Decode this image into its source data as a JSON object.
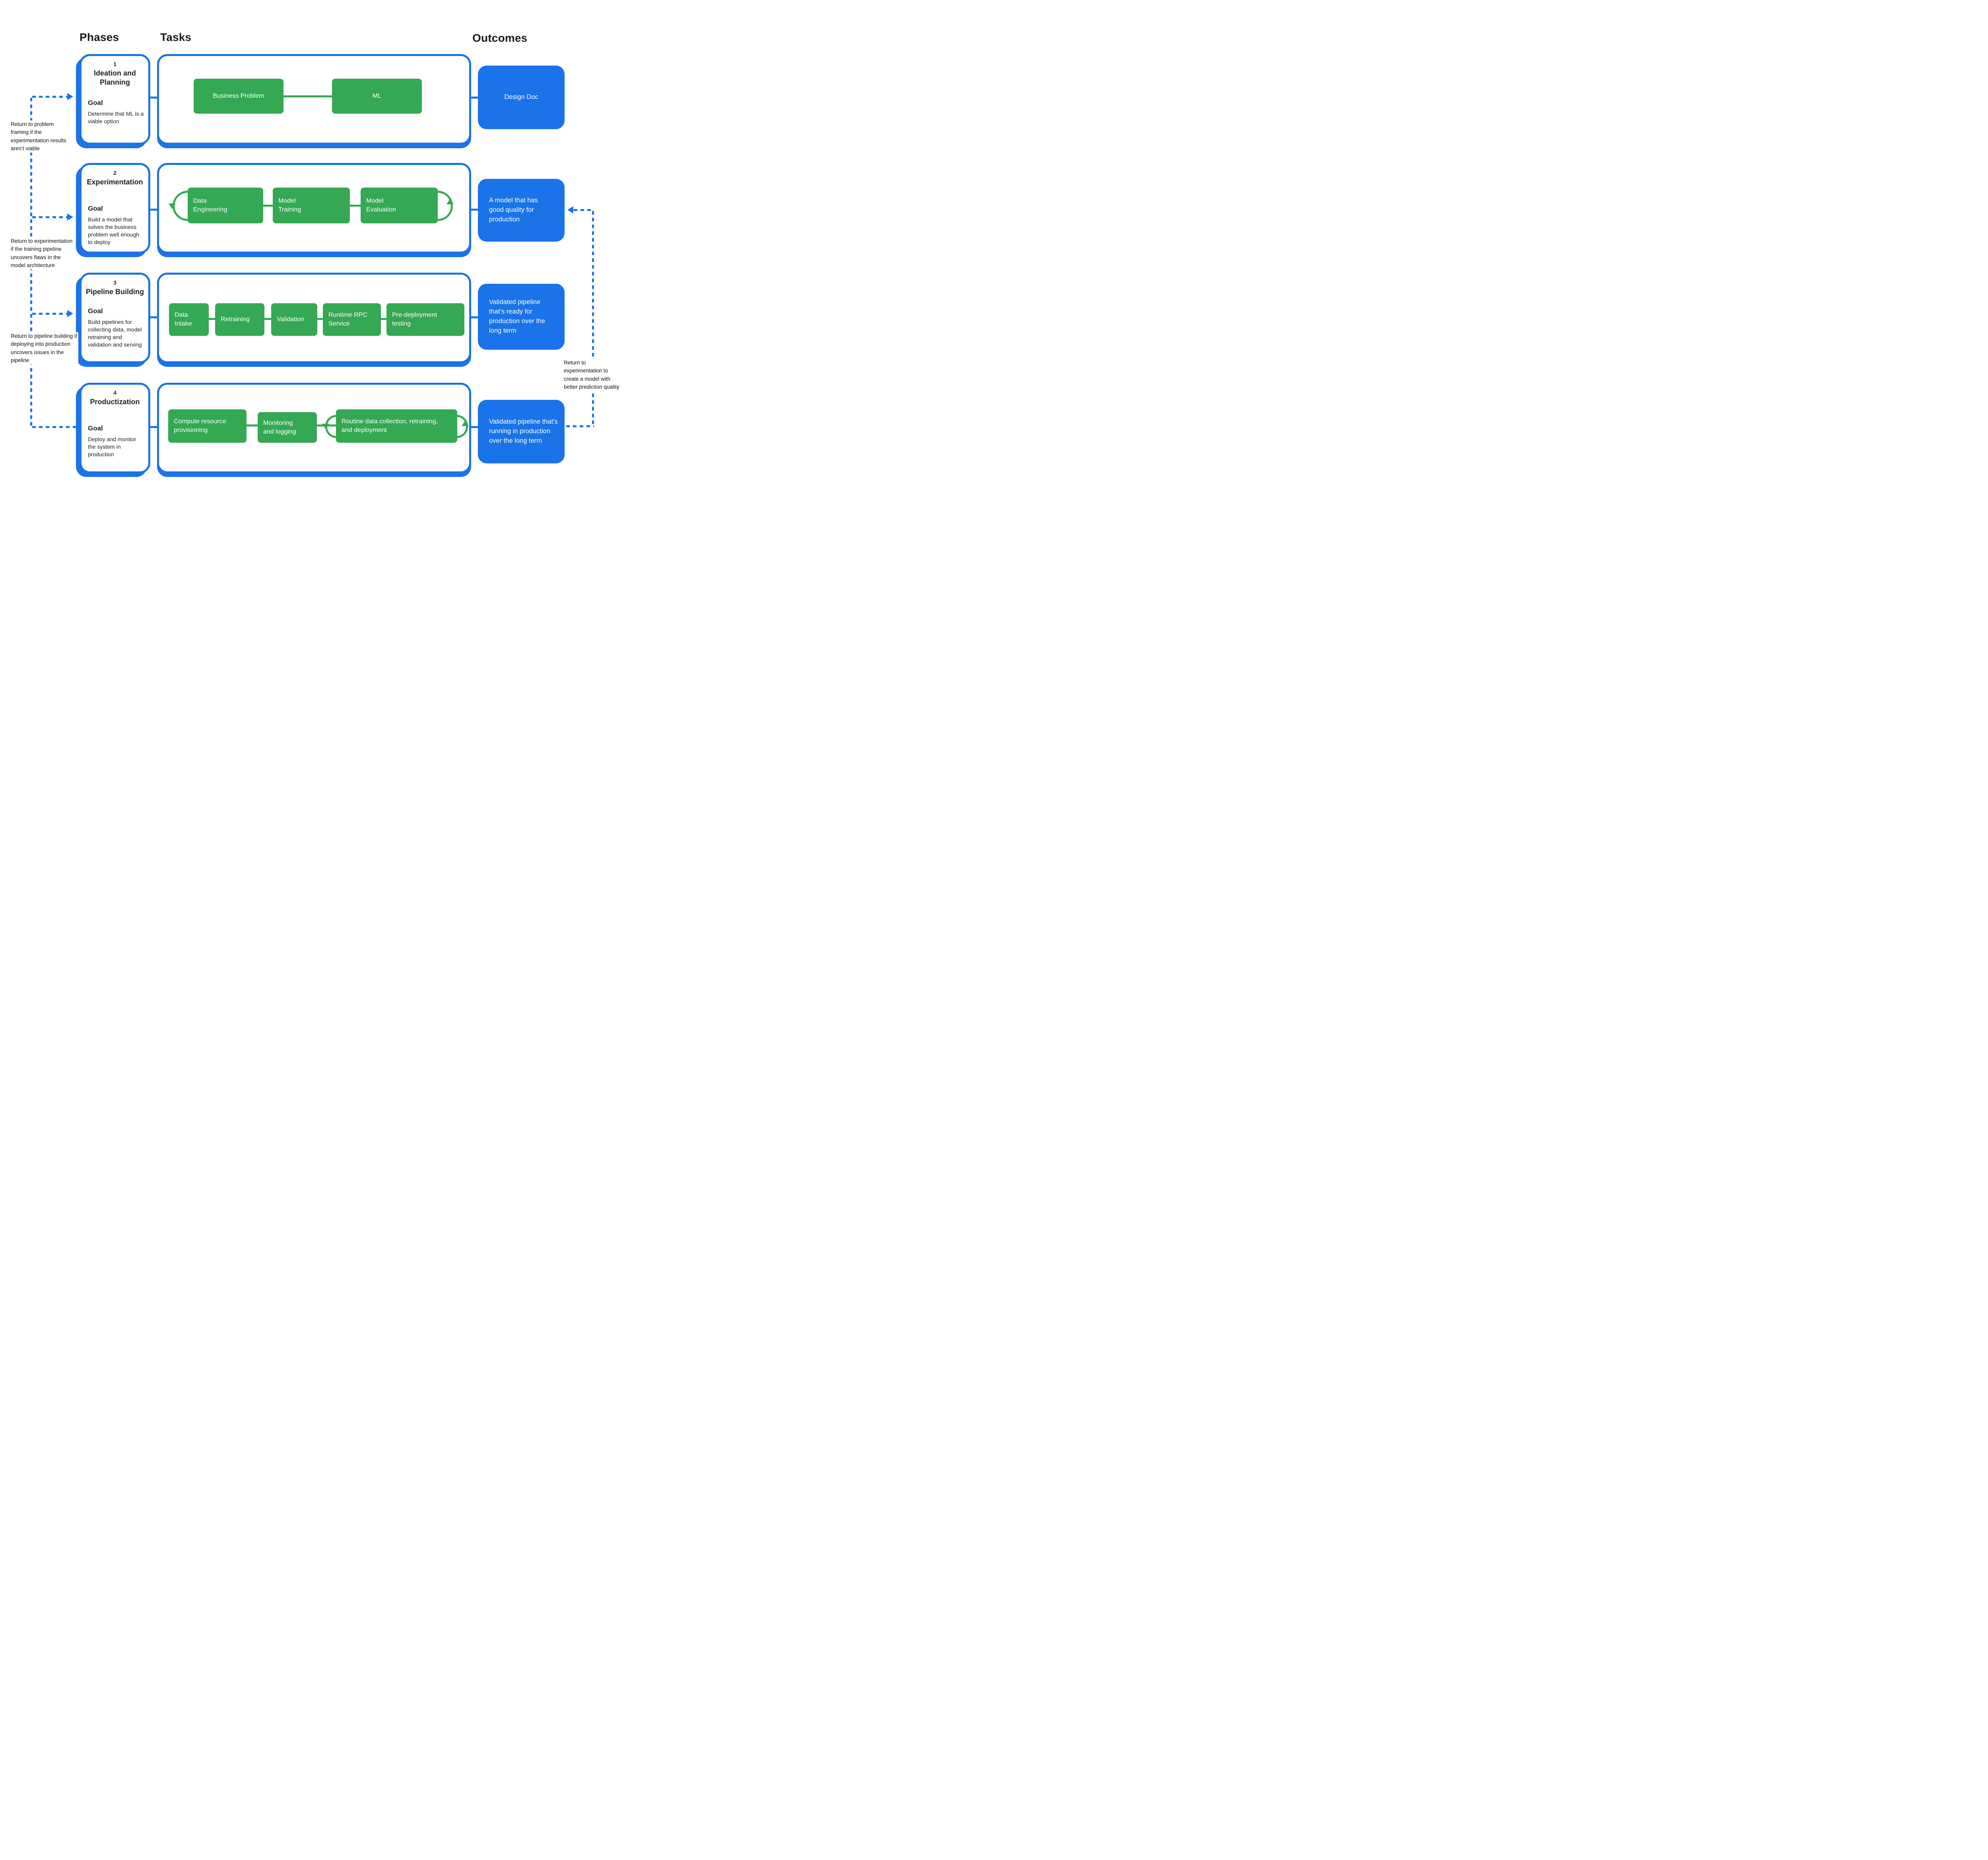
{
  "headers": {
    "phases": "Phases",
    "tasks": "Tasks",
    "outcomes": "Outcomes"
  },
  "colors": {
    "task_green": "#34A853",
    "accent_blue": "#1A73E8"
  },
  "phases": [
    {
      "number": "1",
      "title": "Ideation and Planning",
      "goal_label": "Goal",
      "goal": "Determine that ML is a viable option",
      "tasks": [
        "Business Problem",
        "ML"
      ],
      "outcome": "Design Doc"
    },
    {
      "number": "2",
      "title": "Experimentation",
      "goal_label": "Goal",
      "goal": "Build a model that solves the business problem well enough to deploy",
      "tasks": [
        "Data Engineering",
        "Model Training",
        "Model Evaluation"
      ],
      "outcome": "A model that has good quality for production"
    },
    {
      "number": "3",
      "title": "Pipeline Building",
      "goal_label": "Goal",
      "goal": "Build pipelines for collecting data, model retraining and validation and serving",
      "tasks": [
        "Data Intake",
        "Retraining",
        "Validation",
        "Runtime RPC Service",
        "Pre-deployment testing"
      ],
      "outcome": "Validated pipeline that’s ready for production over the long term"
    },
    {
      "number": "4",
      "title": "Productization",
      "goal_label": "Goal",
      "goal": "Deploy and monitor the system in production",
      "tasks": [
        "Compute resource provisioning",
        "Monitoring and logging",
        "Routine data collection, retraining, and deployment"
      ],
      "outcome": "Validated pipeline that’s running in production over the long term"
    }
  ],
  "annotations": {
    "left": [
      "Return to problem framing if the experimentation results aren’t viable",
      "Return to experimentation if the training pipeline uncovers flaws in the model architecture",
      "Return to pipeline building if deploying into production uncovers issues in the pipeline"
    ],
    "right": "Return to experimentation to create a model with better prediction quality"
  }
}
